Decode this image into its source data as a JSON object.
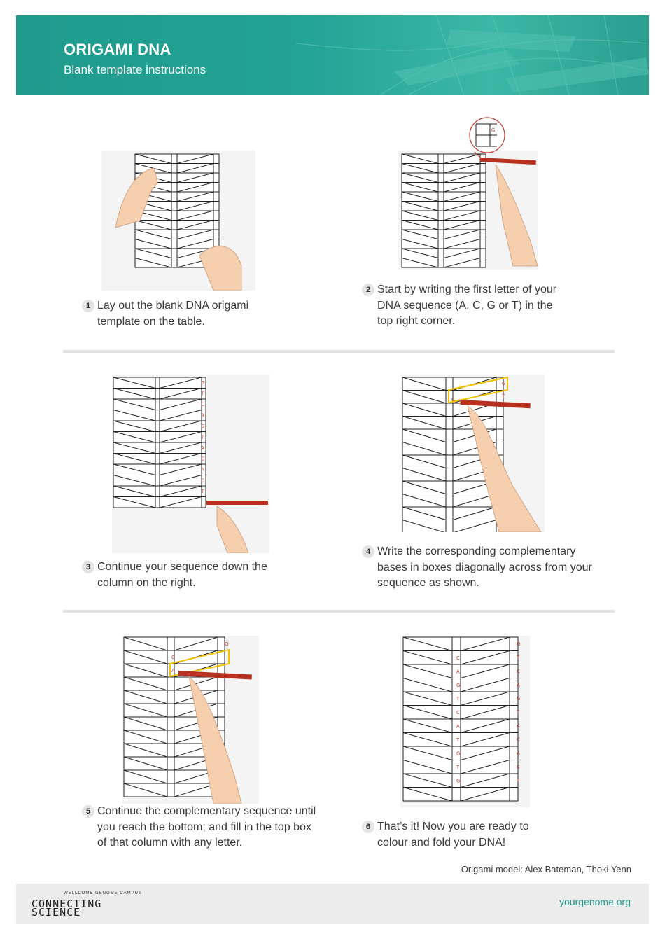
{
  "header": {
    "title": "ORIGAMI DNA",
    "subtitle": "Blank template instructions"
  },
  "steps": [
    {
      "number": "1",
      "text": "Lay out the blank DNA origami template on the table."
    },
    {
      "number": "2",
      "text": "Start by writing the first letter of your DNA sequence (A, C, G or T) in the top right corner."
    },
    {
      "number": "3",
      "text": "Continue your sequence down the column on the right."
    },
    {
      "number": "4",
      "text": "Write the corresponding complementary bases in boxes diagonally across from your sequence as shown."
    },
    {
      "number": "5",
      "text": "Continue the complementary sequence until you reach the bottom; and fill in the top box of that column with any letter."
    },
    {
      "number": "6",
      "text": "That’s it! Now you are ready to colour and fold your DNA!"
    }
  ],
  "sequence_right": [
    "G",
    "T",
    "C",
    "A",
    "G",
    "T",
    "A",
    "C",
    "A",
    "C",
    "T"
  ],
  "sequence_left": [
    "C",
    "A",
    "G",
    "T",
    "C",
    "A",
    "T",
    "G",
    "T",
    "G"
  ],
  "credit": "Origami model: Alex Bateman, Thoki Yenn",
  "footer": {
    "campus": "WELLCOME GENOME CAMPUS",
    "brand_line1": "CONNECTING",
    "brand_line2": "SCIENCE",
    "website": "yourgenome.org"
  },
  "colors": {
    "header": "#23a394",
    "letters": "#c0392b",
    "highlight": "#f2c200",
    "pencil": "#b8301f",
    "website": "#1f9a8c"
  }
}
